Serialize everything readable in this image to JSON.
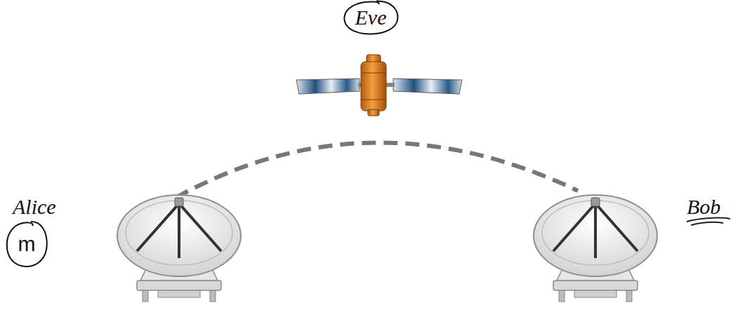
{
  "diagram": {
    "nodes": [
      {
        "text": [
          "Eve"
        ]
      },
      {
        "text": [
          "m"
        ]
      }
    ],
    "labels": [
      "Alice",
      "Bob"
    ]
  }
}
